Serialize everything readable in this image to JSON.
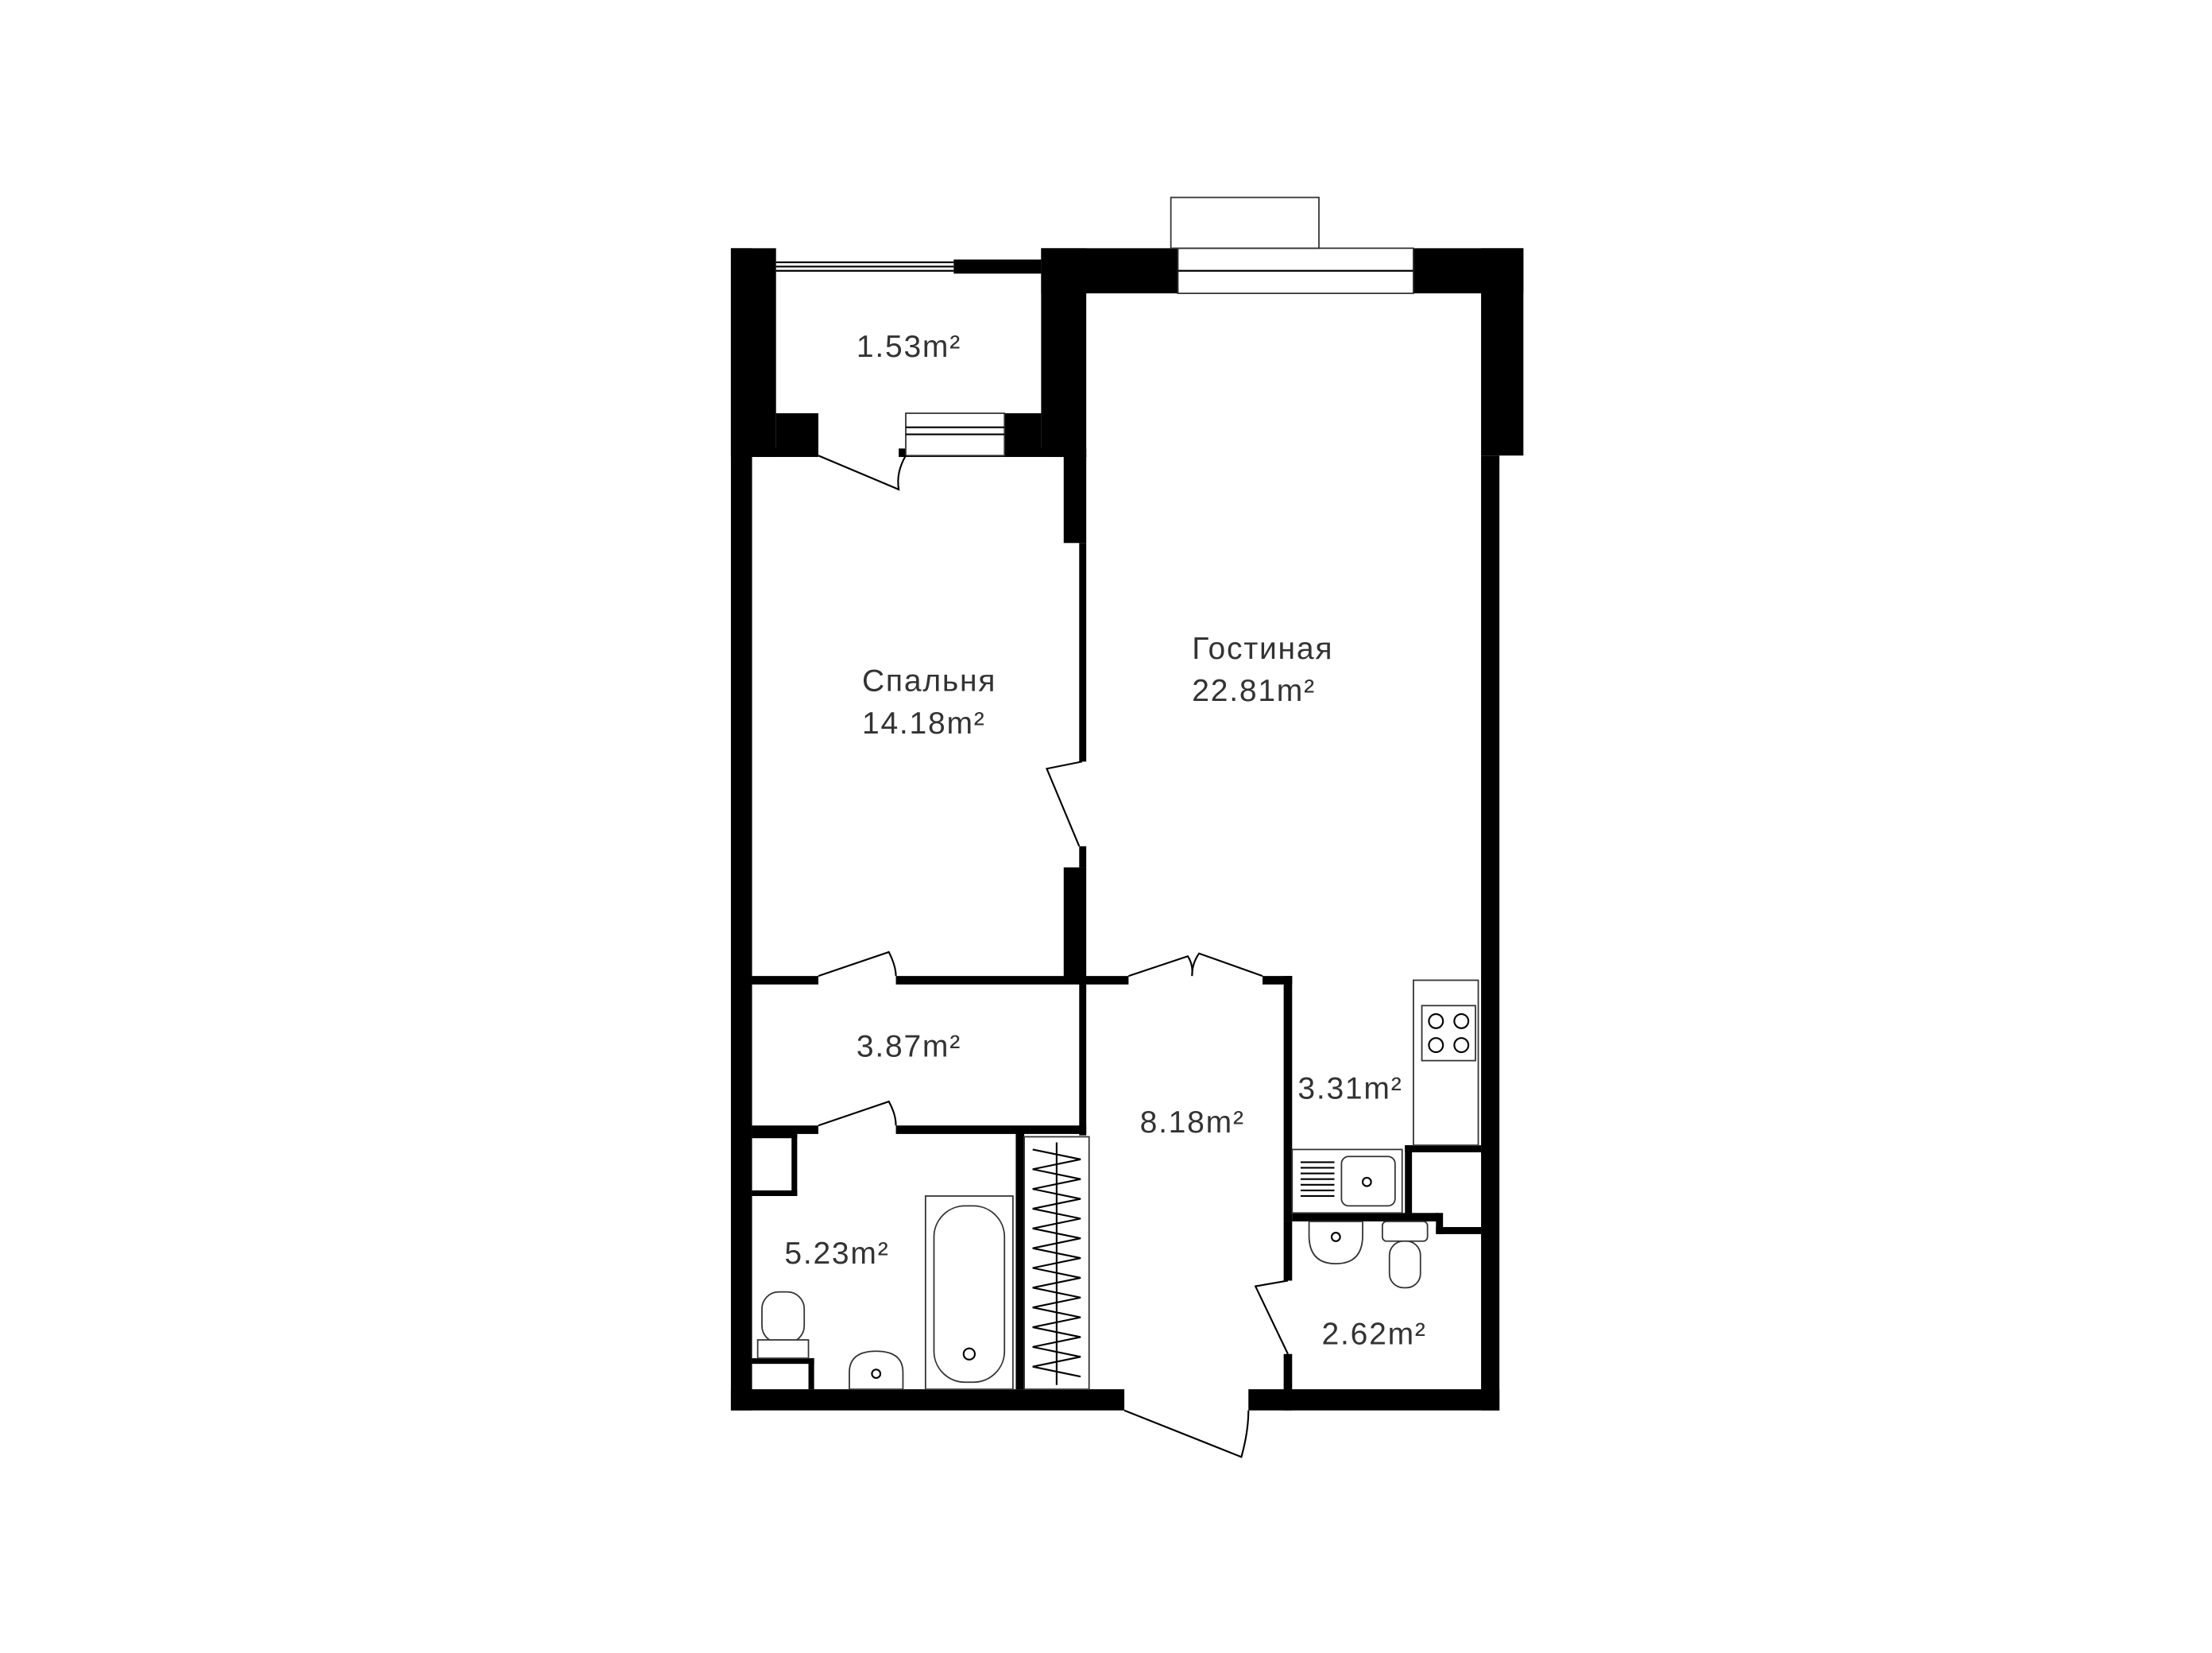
{
  "plan": {
    "rooms": [
      {
        "id": "balcony",
        "name": "",
        "area": "1.53m²"
      },
      {
        "id": "bedroom",
        "name": "Спальня",
        "area": "14.18m²"
      },
      {
        "id": "living",
        "name": "Гостиная",
        "area": "22.81m²"
      },
      {
        "id": "hall",
        "name": "",
        "area": "3.87m²"
      },
      {
        "id": "kitchen",
        "name": "",
        "area": "3.31m²"
      },
      {
        "id": "corridor",
        "name": "",
        "area": "8.18m²"
      },
      {
        "id": "bathroom",
        "name": "",
        "area": "5.23m²"
      },
      {
        "id": "wc",
        "name": "",
        "area": "2.62m²"
      }
    ],
    "colors": {
      "wall": "#000000",
      "text": "#333333",
      "background": "#ffffff"
    }
  }
}
